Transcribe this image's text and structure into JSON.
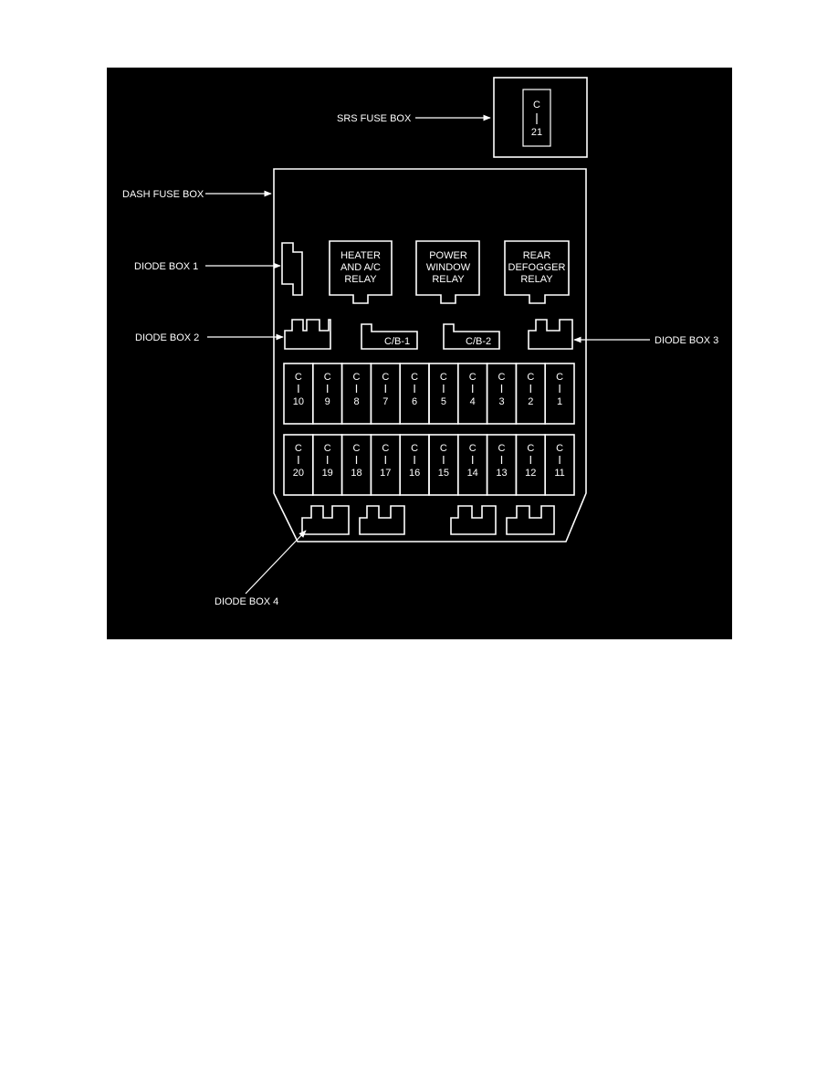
{
  "labels": {
    "srs_fuse_box": "SRS FUSE BOX",
    "dash_fuse_box": "DASH FUSE BOX",
    "diode_box_1": "DIODE BOX 1",
    "diode_box_2": "DIODE BOX 2",
    "diode_box_3": "DIODE BOX 3",
    "diode_box_4": "DIODE BOX 4"
  },
  "srs_fuse": {
    "prefix": "C",
    "number": "21"
  },
  "relays": [
    {
      "lines": [
        "HEATER",
        "AND A/C",
        "RELAY"
      ]
    },
    {
      "lines": [
        "POWER",
        "WINDOW",
        "RELAY"
      ]
    },
    {
      "lines": [
        "REAR",
        "DEFOGGER",
        "RELAY"
      ]
    }
  ],
  "circuit_breakers": [
    "C/B-1",
    "C/B-2"
  ],
  "fuse_prefix": "C",
  "fuse_row_top": [
    "10",
    "9",
    "8",
    "7",
    "6",
    "5",
    "4",
    "3",
    "2",
    "1"
  ],
  "fuse_row_bottom": [
    "20",
    "19",
    "18",
    "17",
    "16",
    "15",
    "14",
    "13",
    "12",
    "11"
  ],
  "colors": {
    "background": "#000000",
    "line": "#ffffff",
    "page": "#ffffff"
  }
}
